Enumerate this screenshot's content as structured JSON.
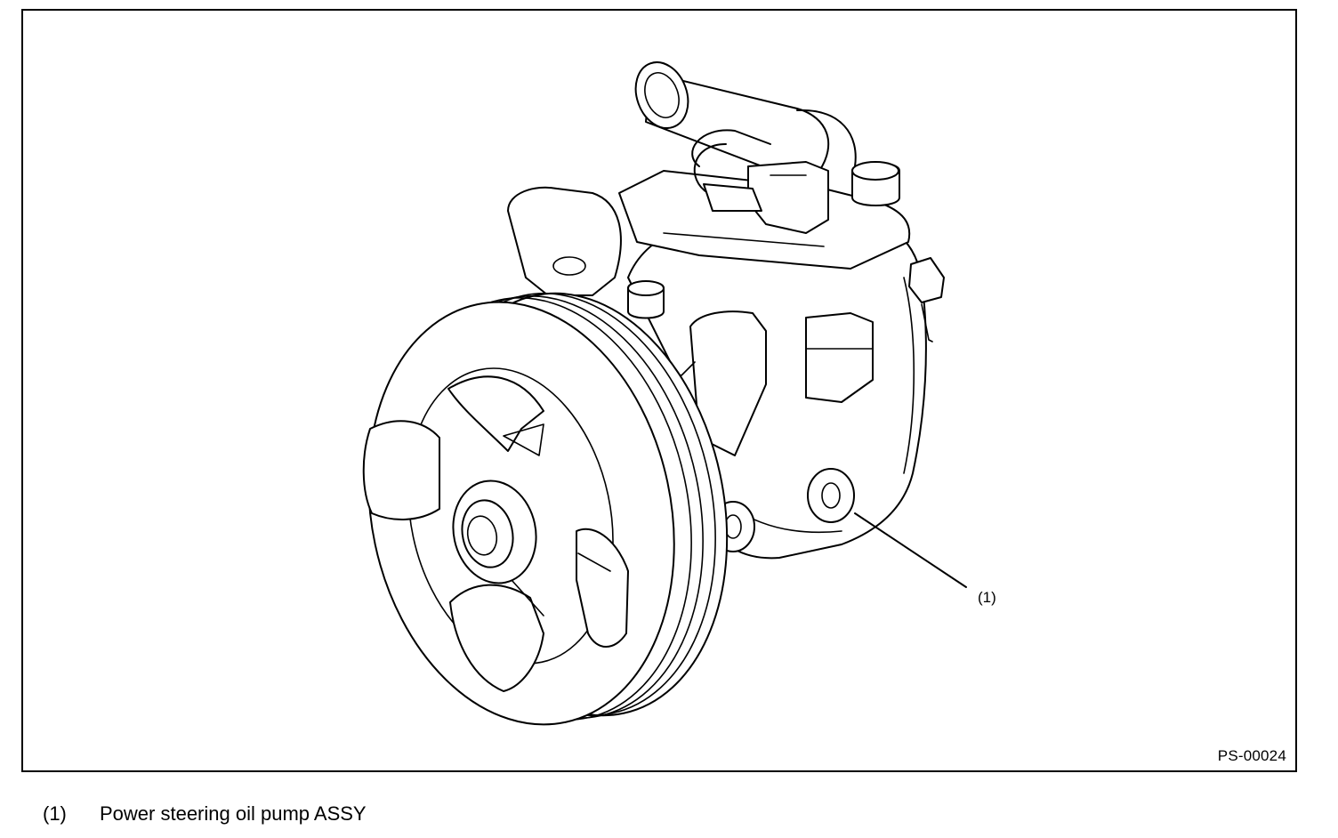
{
  "figure": {
    "id_label": "PS-00024",
    "callouts": [
      {
        "number": "(1)"
      }
    ]
  },
  "legend": [
    {
      "number": "(1)",
      "text": "Power steering oil pump ASSY"
    }
  ]
}
